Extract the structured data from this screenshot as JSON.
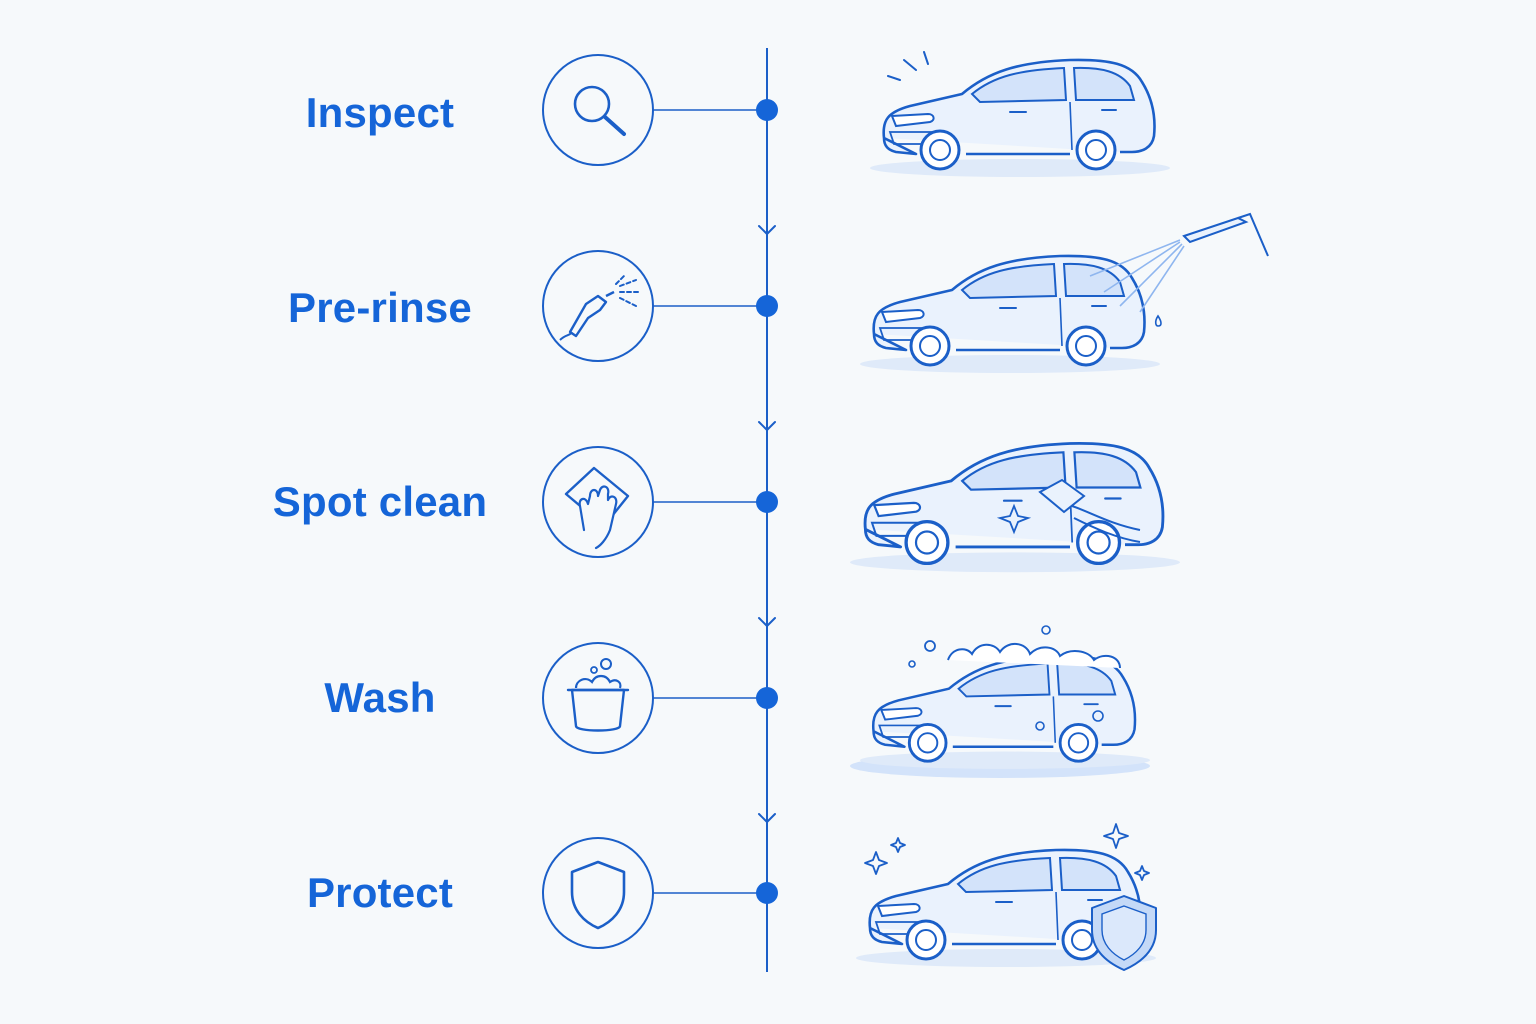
{
  "accent_color": "#1565d8",
  "steps": [
    {
      "label": "Inspect",
      "icon": "magnifier-icon",
      "illustration": "car-inspect"
    },
    {
      "label": "Pre-rinse",
      "icon": "spray-nozzle-icon",
      "illustration": "car-pressure-rinse"
    },
    {
      "label": "Spot clean",
      "icon": "hand-cloth-icon",
      "illustration": "car-hand-wipe"
    },
    {
      "label": "Wash",
      "icon": "soap-bucket-icon",
      "illustration": "car-foam-wash"
    },
    {
      "label": "Protect",
      "icon": "shield-icon",
      "illustration": "car-shield-sparkle"
    }
  ]
}
